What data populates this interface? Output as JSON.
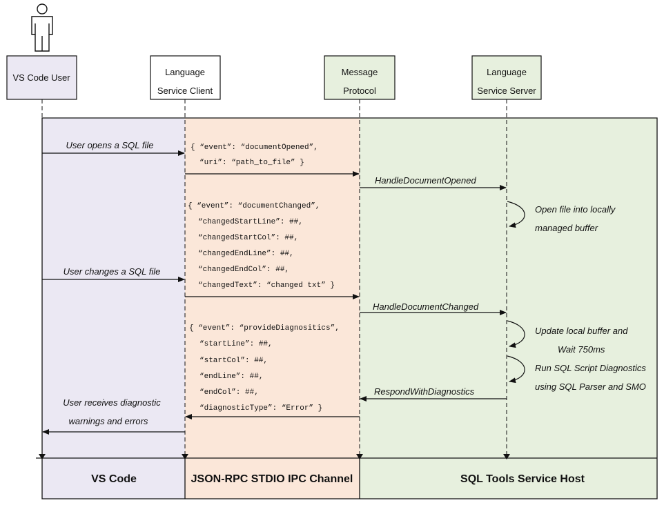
{
  "colors": {
    "vscode_lane": "#ebe8f3",
    "ipc_lane": "#fbe7d9",
    "host_lane": "#e7f0de",
    "actor_user": "#ebe8f3",
    "actor_protocol": "#e7f0de",
    "actor_server": "#e7f0de",
    "line": "#111111"
  },
  "user_icon": "person-icon",
  "actors": {
    "user": {
      "line1": "VS Code User",
      "line2": ""
    },
    "client": {
      "line1": "Language",
      "line2": "Service Client"
    },
    "protocol": {
      "line1": "Message",
      "line2": "Protocol"
    },
    "server": {
      "line1": "Language",
      "line2": "Service Server"
    }
  },
  "lanes": {
    "vscode": "VS Code",
    "ipc": "JSON-RPC STDIO IPC Channel",
    "host": "SQL Tools Service Host"
  },
  "messages": {
    "user_opens": "User opens a SQL file",
    "handle_opened": "HandleDocumentOpened",
    "user_changes": "User changes a SQL file",
    "handle_changed": "HandleDocumentChanged",
    "respond_diag": "RespondWithDiagnostics",
    "user_receives_1": "User receives diagnostic",
    "user_receives_2": "warnings and errors"
  },
  "self_notes": {
    "open_1": "Open file into locally",
    "open_2": "managed buffer",
    "update_1": "Update local buffer and",
    "update_2": "Wait 750ms",
    "run_1": "Run SQL Script Diagnostics",
    "run_2": "using SQL Parser and SMO"
  },
  "json_payloads": {
    "opened": [
      "{ “event”: “documentOpened”,",
      "“uri”: “path_to_file” }"
    ],
    "changed": [
      "{ “event”: “documentChanged”,",
      "“changedStartLine”: ##,",
      "“changedStartCol”: ##,",
      "“changedEndLine”: ##,",
      "“changedEndCol”: ##,",
      "“changedText”: “changed txt” }"
    ],
    "diagnostics": [
      "{ “event”: “provideDiagnositics”,",
      "“startLine”: ##,",
      "“startCol”: ##,",
      "“endLine”: ##,",
      "“endCol”: ##,",
      "“diagnosticType”: “Error” }"
    ]
  }
}
